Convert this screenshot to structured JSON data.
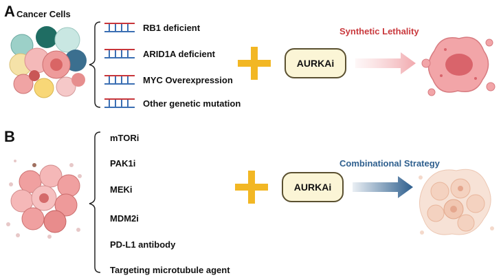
{
  "panel_a": {
    "letter": "A",
    "title": "Cancer Cells",
    "items": [
      "RB1 deficient",
      "ARID1A deficient",
      "MYC Overexpression",
      "Other genetic mutation"
    ],
    "drug": "AURKAi",
    "outcome": "Synthetic Lethality"
  },
  "panel_b": {
    "letter": "B",
    "items": [
      "mTORi",
      "PAK1i",
      "MEKi",
      "MDM2i",
      "PD-L1 antibody",
      "Targeting microtubule agent"
    ],
    "drug": "AURKAi",
    "outcome": "Combinational Strategy"
  },
  "colors": {
    "plus": "#f2b724",
    "synthetic_lethality_text": "#c9393d",
    "combinational_text": "#2e5f8e",
    "dna_red": "#c8353a",
    "dna_blue": "#3b6fb3"
  }
}
